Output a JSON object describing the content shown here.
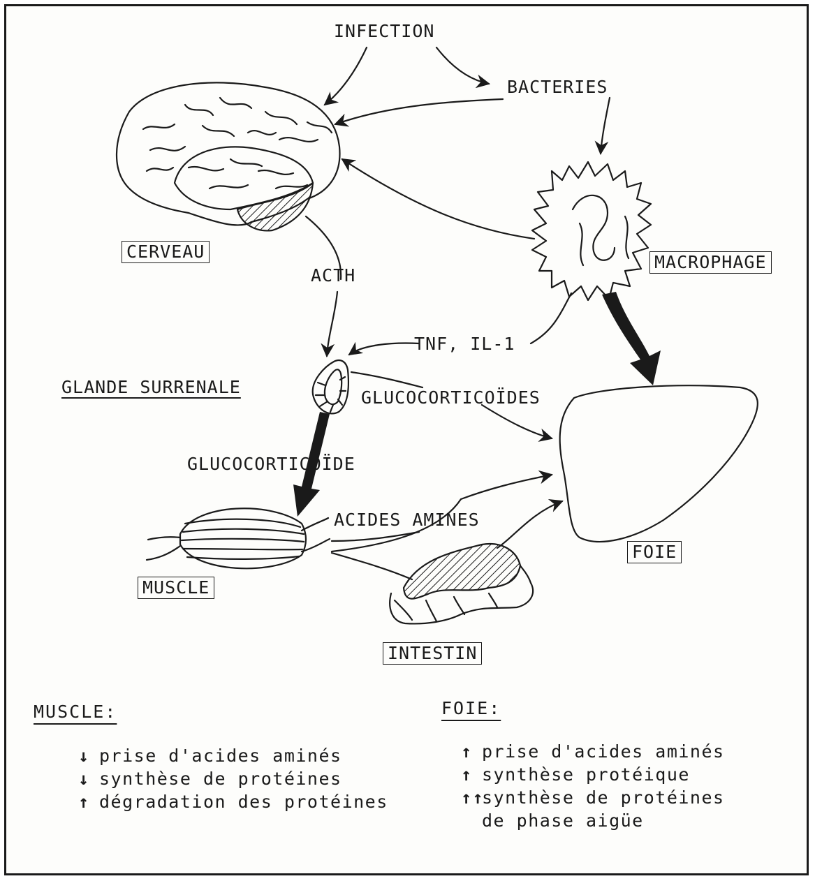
{
  "diagram": {
    "nodes": {
      "infection": "INFECTION",
      "bacteries": "BACTERIES",
      "cerveau": "CERVEAU",
      "macrophage": "MACROPHAGE",
      "acth": "ACTH",
      "tnf_il1": "TNF, IL-1",
      "glande_surrenale": "GLANDE SURRENALE",
      "glucocorticoides": "GLUCOCORTICOÏDES",
      "glucocorticoide": "GLUCOCORTICOÏDE",
      "acides_amines": "ACIDES AMINES",
      "foie": "FOIE",
      "muscle": "MUSCLE",
      "intestin": "INTESTIN"
    }
  },
  "effects": {
    "muscle": {
      "title": "MUSCLE:",
      "items": [
        {
          "arrow": "↓",
          "text": "prise d'acides aminés"
        },
        {
          "arrow": "↓",
          "text": "synthèse de protéines"
        },
        {
          "arrow": "↑",
          "text": "dégradation des protéines"
        }
      ]
    },
    "foie": {
      "title": "FOIE:",
      "items": [
        {
          "arrow": "↑",
          "text": "prise d'acides aminés"
        },
        {
          "arrow": "↑",
          "text": "synthèse protéique"
        },
        {
          "arrow": "↑↑",
          "text": "synthèse de protéines"
        },
        {
          "arrow": "",
          "text": "de phase aigüe"
        }
      ]
    }
  }
}
